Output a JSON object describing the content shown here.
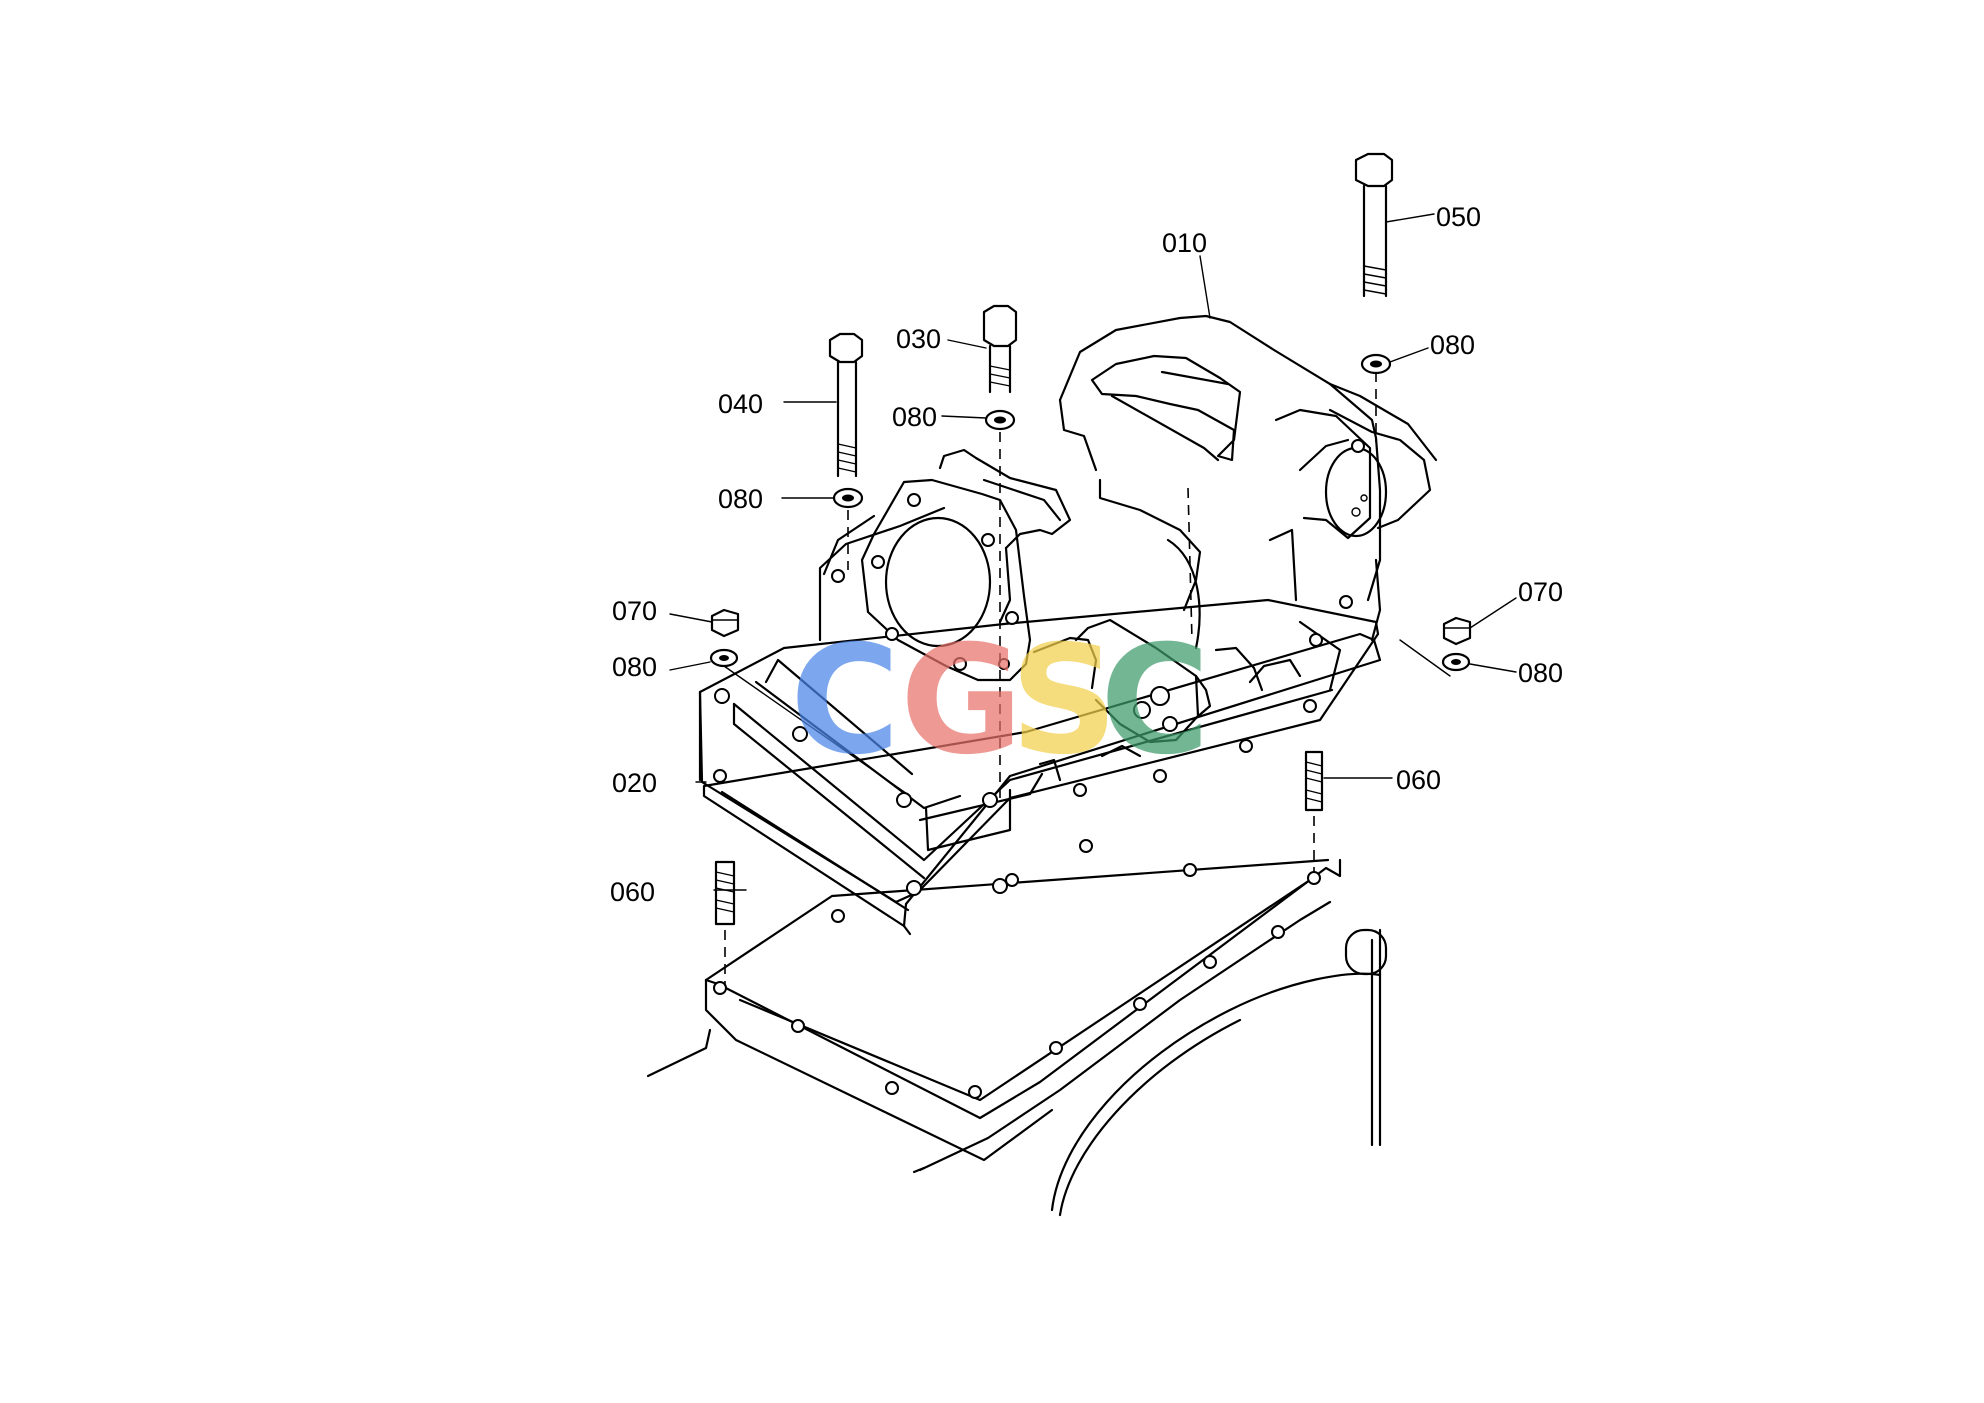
{
  "callouts": [
    {
      "id": "010",
      "label": "010"
    },
    {
      "id": "020",
      "label": "020"
    },
    {
      "id": "030",
      "label": "030"
    },
    {
      "id": "040",
      "label": "040"
    },
    {
      "id": "050",
      "label": "050"
    },
    {
      "id": "060-left",
      "label": "060"
    },
    {
      "id": "060-right",
      "label": "060"
    },
    {
      "id": "070-left",
      "label": "070"
    },
    {
      "id": "070-right",
      "label": "070"
    },
    {
      "id": "080-bolt-040",
      "label": "080"
    },
    {
      "id": "080-bolt-030",
      "label": "080"
    },
    {
      "id": "080-bolt-050",
      "label": "080"
    },
    {
      "id": "080-left",
      "label": "080"
    },
    {
      "id": "080-right",
      "label": "080"
    }
  ],
  "watermark": {
    "letters": [
      "C",
      "G",
      "S",
      "C"
    ],
    "colors": [
      "#4a86e8",
      "#e8736b",
      "#f2cf4a",
      "#3d9a6a"
    ]
  }
}
